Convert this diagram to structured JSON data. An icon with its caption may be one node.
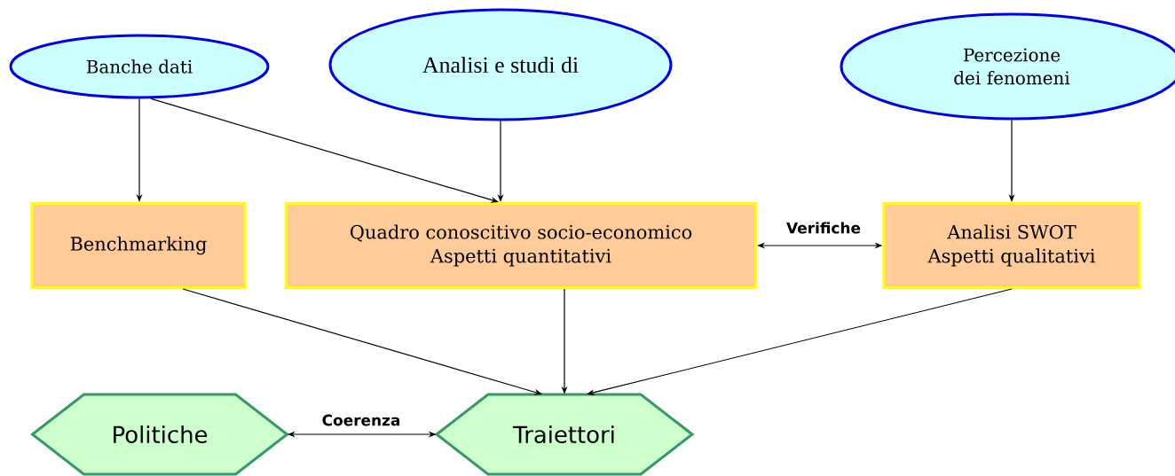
{
  "diagram": {
    "nodes": [
      {
        "text": [
          "Banche dati"
        ]
      },
      {
        "text": [
          "Analisi e studi di"
        ]
      },
      {
        "text": [
          "Percezione dei fenomeni"
        ]
      },
      {
        "text": [
          "Benchmarking"
        ]
      },
      {
        "text": [
          "Quadro conoscitivo socio-economico",
          "Aspetti quantitativi"
        ]
      },
      {
        "text": [
          "Analisi SWOT",
          "Aspetti qualitativi"
        ]
      },
      {
        "text": [
          "Politiche"
        ]
      },
      {
        "text": [
          "Traiettori"
        ]
      }
    ],
    "edges": [
      {
        "from": 0,
        "to": 3,
        "arrow": "to"
      },
      {
        "from": 0,
        "to": 4,
        "arrow": "to"
      },
      {
        "from": 1,
        "to": 4,
        "arrow": "to"
      },
      {
        "from": 2,
        "to": 5,
        "arrow": "to"
      },
      {
        "from": 4,
        "to": 5,
        "arrow": "both",
        "label": "Verifiche"
      },
      {
        "from": 3,
        "to": 7,
        "arrow": "to"
      },
      {
        "from": 4,
        "to": 7,
        "arrow": "to"
      },
      {
        "from": 5,
        "to": 7,
        "arrow": "to"
      },
      {
        "from": 6,
        "to": 7,
        "arrow": "both",
        "label": "Coerenza"
      }
    ]
  }
}
